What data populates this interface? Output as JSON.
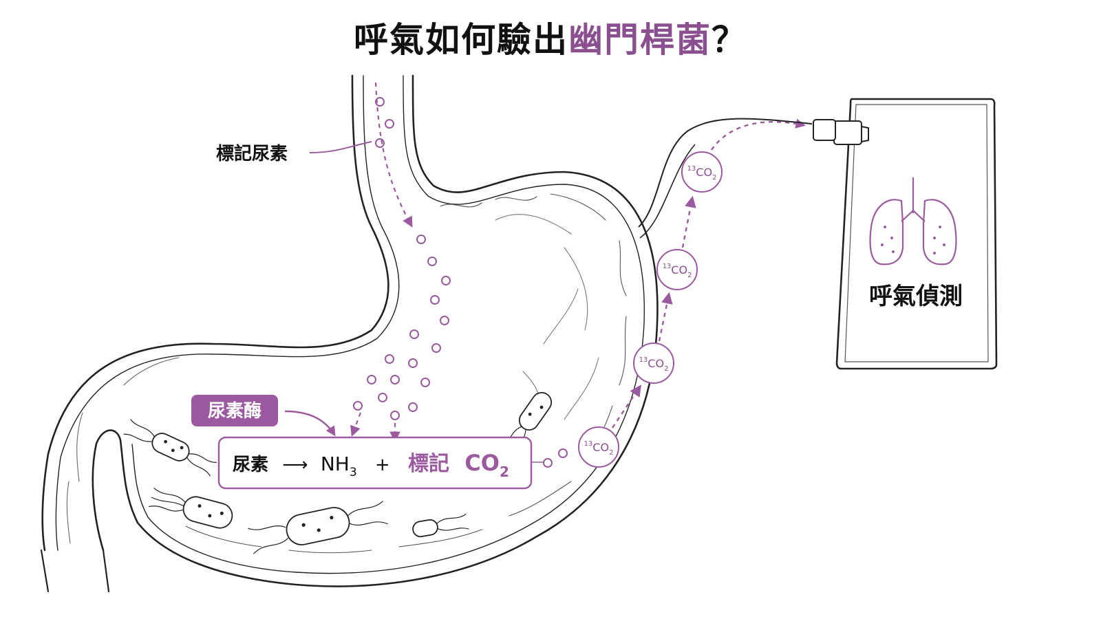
{
  "title": {
    "prefix": "呼氣如何驗出",
    "highlight": "幽門桿菌",
    "suffix": "？"
  },
  "labels": {
    "labeled_urea": "標記尿素",
    "urease": "尿素酶",
    "breath_test": "呼氣偵測"
  },
  "equation": {
    "reactant": "尿素",
    "arrow": "⟶",
    "product1": "NH",
    "product1_sub": "3",
    "plus": "+",
    "product2_prefix": "標記",
    "product2": "CO",
    "product2_sub": "2"
  },
  "co2_bubble": {
    "isotope": "13",
    "formula": "CO",
    "sub": "2"
  },
  "colors": {
    "accent": "#8a4f8e",
    "accent_fill": "#9b5a9f",
    "outline": "#222222"
  }
}
